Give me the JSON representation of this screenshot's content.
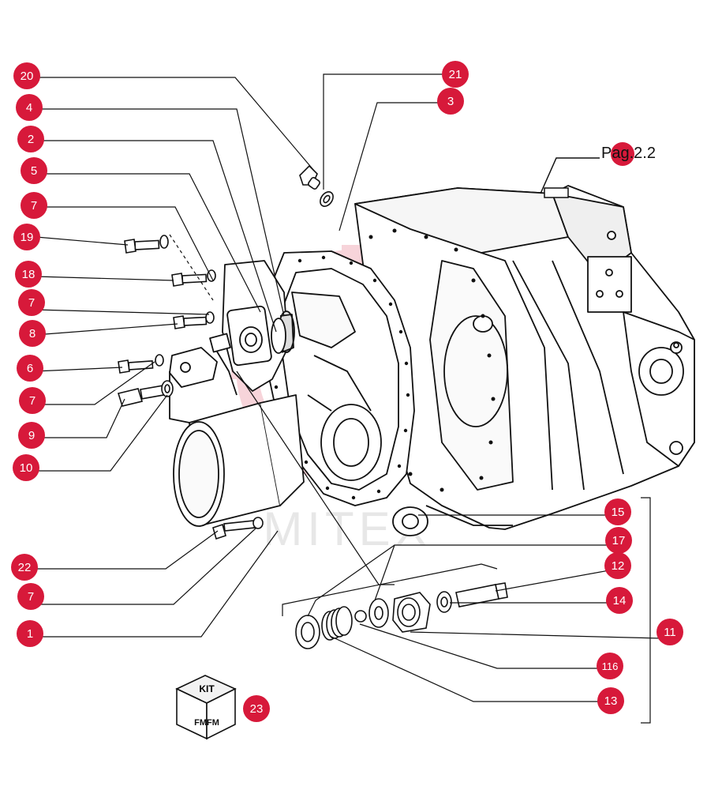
{
  "page_reference": "Pag.2.2",
  "watermark": "MITEX",
  "kit_label": "KIT",
  "kit_brand": "FMFM",
  "badge_color": "#d7193a",
  "callouts": [
    {
      "id": "c20",
      "label": "20"
    },
    {
      "id": "c21",
      "label": "21"
    },
    {
      "id": "c4",
      "label": "4"
    },
    {
      "id": "c3",
      "label": "3"
    },
    {
      "id": "c2",
      "label": "2"
    },
    {
      "id": "c5",
      "label": "5"
    },
    {
      "id": "c7a",
      "label": "7"
    },
    {
      "id": "c19",
      "label": "19"
    },
    {
      "id": "c18",
      "label": "18"
    },
    {
      "id": "c7b",
      "label": "7"
    },
    {
      "id": "c8",
      "label": "8"
    },
    {
      "id": "c6",
      "label": "6"
    },
    {
      "id": "c7c",
      "label": "7"
    },
    {
      "id": "c9",
      "label": "9"
    },
    {
      "id": "c10",
      "label": "10"
    },
    {
      "id": "c22",
      "label": "22"
    },
    {
      "id": "c7d",
      "label": "7"
    },
    {
      "id": "c1",
      "label": "1"
    },
    {
      "id": "c15",
      "label": "15"
    },
    {
      "id": "c17",
      "label": "17"
    },
    {
      "id": "c12",
      "label": "12"
    },
    {
      "id": "c14",
      "label": "14"
    },
    {
      "id": "c11",
      "label": "11"
    },
    {
      "id": "c116",
      "label": "116"
    },
    {
      "id": "c13",
      "label": "13"
    },
    {
      "id": "c23",
      "label": "23"
    }
  ]
}
